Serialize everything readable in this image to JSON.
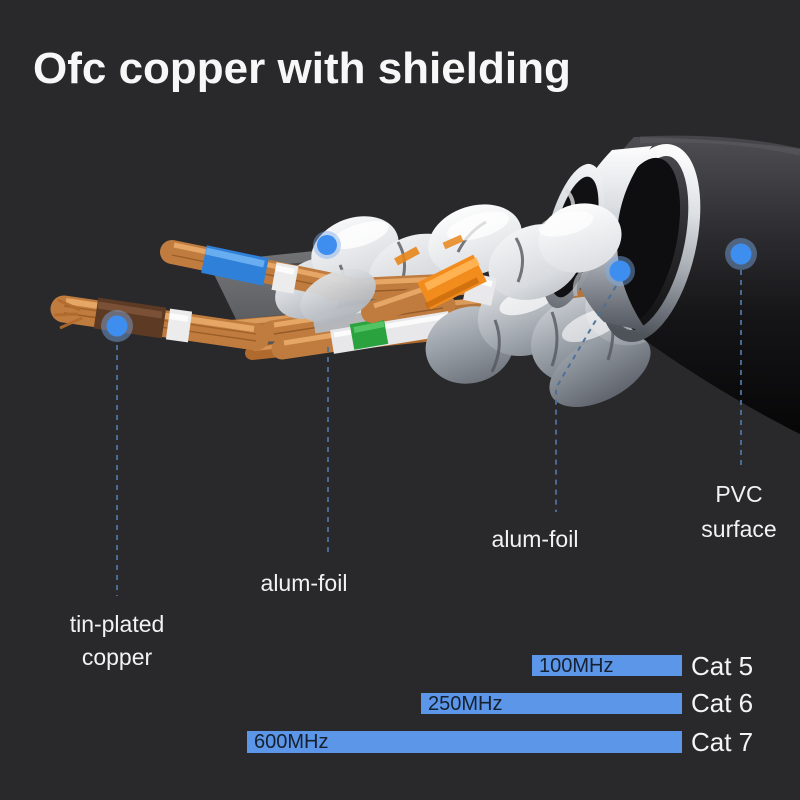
{
  "page": {
    "title": "Ofc copper with shielding",
    "background_color": "#29292b",
    "title_color": "#f7f7f7"
  },
  "callouts": [
    {
      "id": "tin-plated-copper",
      "lines": [
        "tin-plated",
        "copper"
      ]
    },
    {
      "id": "alum-foil-left",
      "lines": [
        "alum-foil"
      ]
    },
    {
      "id": "alum-foil-right",
      "lines": [
        "alum-foil"
      ]
    },
    {
      "id": "pvc-surface",
      "lines": [
        "PVC",
        "surface"
      ]
    }
  ],
  "markers": {
    "dot_icon": "marker-dot",
    "dot_core_color": "#3e8ef0",
    "dot_halo_color": "rgba(126,172,233,0.45)",
    "leader_line_color": "#4c6f99"
  },
  "chart_data": {
    "type": "bar",
    "orientation": "horizontal",
    "categories": [
      "Cat 5",
      "Cat 6",
      "Cat 7"
    ],
    "values": [
      100,
      250,
      600
    ],
    "unit": "MHz",
    "bar_labels": [
      "100MHz",
      "250MHz",
      "600MHz"
    ],
    "bar_color": "#5b96e9",
    "bar_label_color": "#16202e",
    "category_label_color": "#f3f4f6",
    "xlim": [
      0,
      600
    ],
    "grid": false,
    "legend": "none"
  }
}
